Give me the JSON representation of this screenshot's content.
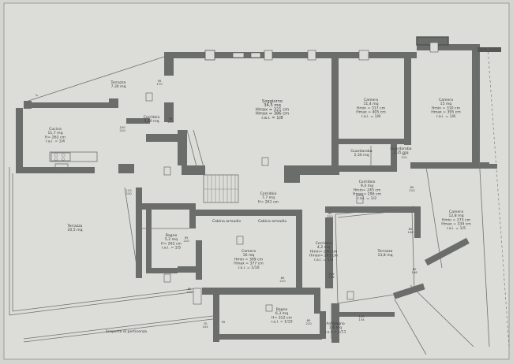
{
  "rooms": [
    {
      "id": "terrazza-top",
      "lines": [
        "Terrazza",
        "7,30 mq"
      ]
    },
    {
      "id": "corridoio-top",
      "lines": [
        "Corridoio",
        "5,20 mq"
      ]
    },
    {
      "id": "soggiorno",
      "lines": [
        "Soggiorno",
        "34,5 mq",
        "Hmax = 321 cm",
        "Hmax = 386 cm",
        "r.a.i. = 1/8"
      ]
    },
    {
      "id": "camera-mid",
      "lines": [
        "Camera",
        "11,4 mq",
        "Hmin = 317 cm",
        "Hmax = 405 cm",
        "r.a.i. = 1/8"
      ]
    },
    {
      "id": "camera-right",
      "lines": [
        "Camera",
        "15 mq",
        "Hmin = 310 cm",
        "Hmax = 395 cm",
        "r.a.i. = 1/8"
      ]
    },
    {
      "id": "cucina",
      "lines": [
        "Cucina",
        "11,7 mq",
        "H= 262 cm",
        "r.a.i. = 1/4"
      ]
    },
    {
      "id": "guardaroba-1",
      "lines": [
        "Guardaroba",
        "2,30 mq"
      ]
    },
    {
      "id": "guardaroba-2",
      "lines": [
        "Guardaroba",
        "2,35 mq"
      ]
    },
    {
      "id": "corridoio-right",
      "lines": [
        "Corridoio",
        "9,4 mq",
        "Hmin= 245 cm",
        "Hmax= 296 cm",
        "r.a.i. = 1/2"
      ]
    },
    {
      "id": "corridoio-center",
      "lines": [
        "Corridoio",
        "7,7 mq",
        "H= 261 cm"
      ]
    },
    {
      "id": "terrazza-left",
      "lines": [
        "Terrazza",
        "20,5 mq"
      ]
    },
    {
      "id": "cabina-1",
      "lines": [
        "Cabina armadio"
      ]
    },
    {
      "id": "cabina-2",
      "lines": [
        "Cabina armadio"
      ]
    },
    {
      "id": "bagno-left",
      "lines": [
        "Bagno",
        "5,2 mq",
        "H= 262 cm",
        "r.a.i. = 1/5"
      ]
    },
    {
      "id": "camera-center",
      "lines": [
        "Camera",
        "16 mq",
        "Hmin = 309 cm",
        "Hmax = 377 cm",
        "r.a.i. = 1/10"
      ]
    },
    {
      "id": "corridoio-small",
      "lines": [
        "Corridoio",
        "4,2 mq",
        "Hmin= 240 cm",
        "Hmax= 263 cm",
        "r.a.i. = 1/3"
      ]
    },
    {
      "id": "terrazza-right",
      "lines": [
        "Terrazza",
        "13,8 mq"
      ]
    },
    {
      "id": "camera-east",
      "lines": [
        "Camera",
        "12,8 mq",
        "Hmin = 273 cm",
        "Hmax = 334 cm",
        "r.a.i. = 1/5"
      ]
    },
    {
      "id": "bagno-bottom",
      "lines": [
        "Bagno",
        "6,3 mq",
        "H= 312 cm",
        "r.a.i. = 1/10"
      ]
    },
    {
      "id": "antibagno",
      "lines": [
        "Antibagno",
        "1,6 mq",
        "r.a.i. = 1/11"
      ]
    },
    {
      "id": "scoperto",
      "lines": [
        "Scoperto di pertinenza"
      ]
    }
  ],
  "dimensions": [
    {
      "id": "d1",
      "lines": [
        "95",
        "170"
      ]
    },
    {
      "id": "d2",
      "lines": [
        "95",
        "210"
      ]
    },
    {
      "id": "d3",
      "lines": [
        "100",
        "210"
      ]
    },
    {
      "id": "d4",
      "lines": [
        "110",
        "210"
      ]
    },
    {
      "id": "d5",
      "lines": [
        "80",
        "210"
      ]
    },
    {
      "id": "d6",
      "lines": [
        "95",
        "210"
      ]
    },
    {
      "id": "d7",
      "lines": [
        "80",
        "210"
      ]
    },
    {
      "id": "d8",
      "lines": [
        "80",
        "146"
      ]
    },
    {
      "id": "d9",
      "lines": [
        "80",
        "146"
      ]
    },
    {
      "id": "d10",
      "lines": [
        "242",
        "134"
      ]
    },
    {
      "id": "d11",
      "lines": [
        "95",
        "210"
      ]
    },
    {
      "id": "d12",
      "lines": [
        "80",
        "210"
      ]
    },
    {
      "id": "d13",
      "lines": [
        "80",
        "210"
      ]
    },
    {
      "id": "d14",
      "lines": [
        "130",
        "134"
      ]
    },
    {
      "id": "d15",
      "lines": [
        "70",
        "104"
      ]
    },
    {
      "id": "d16",
      "lines": [
        "95"
      ]
    },
    {
      "id": "d17",
      "lines": [
        "80",
        "210"
      ]
    }
  ]
}
